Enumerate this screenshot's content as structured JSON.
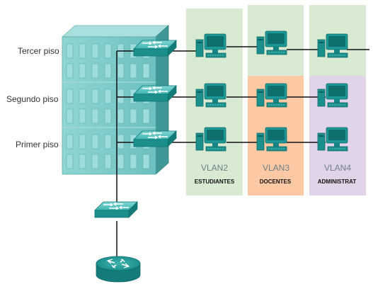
{
  "floors": [
    {
      "label": "Tercer piso"
    },
    {
      "label": "Segundo piso"
    },
    {
      "label": "Primer piso"
    }
  ],
  "vlans": [
    {
      "name": "VLAN2",
      "description": "ESTUDIANTES",
      "color": "#d9ead3"
    },
    {
      "name": "VLAN3",
      "description": "DOCENTES",
      "color": "#fcc9a4"
    },
    {
      "name": "VLAN4",
      "description": "ADMINISTRAT",
      "color": "#e1d4e8"
    }
  ],
  "colors": {
    "building_front": "#7ecccb",
    "building_side": "#4fa7a6",
    "device_teal": "#1f9a98",
    "device_top": "#6fd0cc",
    "link": "#111111"
  },
  "devices": {
    "switch_icon": "switch-icon",
    "pc_icon": "pc-icon",
    "router_icon": "router-icon"
  }
}
